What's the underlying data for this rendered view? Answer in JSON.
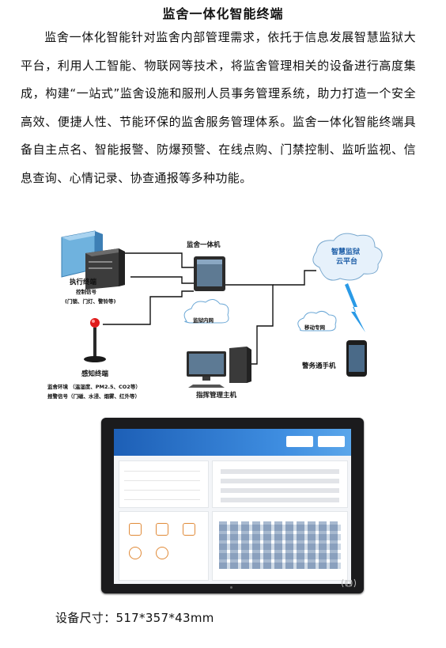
{
  "doc": {
    "title": "监舍一体化智能终端",
    "paragraph": "监舍一体化智能针对监舍内部管理需求，依托于信息发展智慧监狱大平台，利用人工智能、物联网等技术，将监舍管理相关的设备进行高度集成，构建“一站式”监舍设施和服刑人员事务管理系统，助力打造一个安全高效、便捷人性、节能环保的监舍服务管理体系。监舍一体化智能终端具备自主点名、智能报警、防爆预警、在线点购、门禁控制、监听监视、信息查询、心情记录、协查通报等多种功能。",
    "caption": "设备尺寸：517*357*43mm"
  },
  "diagram": {
    "exec_terminal": "执行终端",
    "control_signal": "控制信号",
    "control_items": "(门锁、门灯、警铃等)",
    "sense_terminal": "感知终端",
    "monitor_env": "监舍环境  （温湿度、PM2.5、CO2等）",
    "alarm_signal": "报警信号（门磁、水浸、烟雾、红外等）",
    "unit": "监舍一体机",
    "intranet": "监狱内网",
    "command_host": "指挥管理主机",
    "cloud_line1": "智慧监狱",
    "cloud_line2": "云平台",
    "mobile_net": "移动专网",
    "police_phone": "警务通手机"
  },
  "colors": {
    "line": "#111111",
    "cloud_blue": "#1f5fa8",
    "lightning": "#2a9ae6",
    "screen_header": "#1d5fb6",
    "tile_orange": "#e08a38"
  }
}
